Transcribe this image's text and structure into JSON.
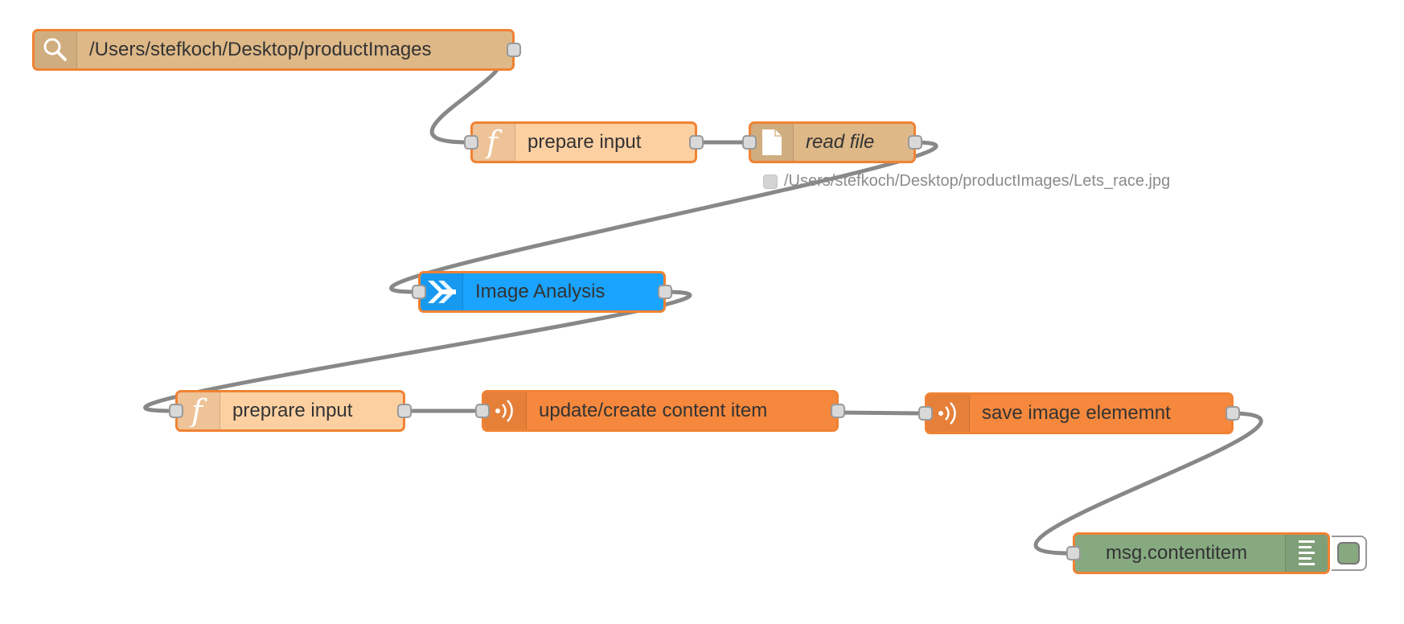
{
  "flow": {
    "nodes": [
      {
        "id": "n1",
        "type": "watch",
        "label": "/Users/stefkoch/Desktop/productImages",
        "icon": "search-icon",
        "color": "#deb887"
      },
      {
        "id": "n2",
        "type": "function",
        "label": "prepare input",
        "icon": "function-icon",
        "color": "#fdd0a2"
      },
      {
        "id": "n3",
        "type": "file-in",
        "label": "read file",
        "icon": "file-icon",
        "color": "#deb887"
      },
      {
        "id": "n4",
        "type": "image-analysis",
        "label": "Image Analysis",
        "icon": "image-analysis-icon",
        "color": "#1aa3ff"
      },
      {
        "id": "n5",
        "type": "function",
        "label": "preprare input",
        "icon": "function-icon",
        "color": "#fdd0a2"
      },
      {
        "id": "n6",
        "type": "http-request",
        "label": "update/create content item",
        "icon": "broadcast-icon",
        "color": "#f5883d"
      },
      {
        "id": "n7",
        "type": "http-request",
        "label": "save image elememnt",
        "icon": "broadcast-icon",
        "color": "#f5883d"
      },
      {
        "id": "n8",
        "type": "debug",
        "label": "msg.contentitem",
        "icon": "list-icon",
        "color": "#87a980"
      }
    ],
    "status": {
      "read_file": "/Users/stefkoch/Desktop/productImages/Lets_race.jpg"
    },
    "colors": {
      "border": "#f08233",
      "wire": "#888888",
      "port": "#d9d9d9"
    }
  }
}
